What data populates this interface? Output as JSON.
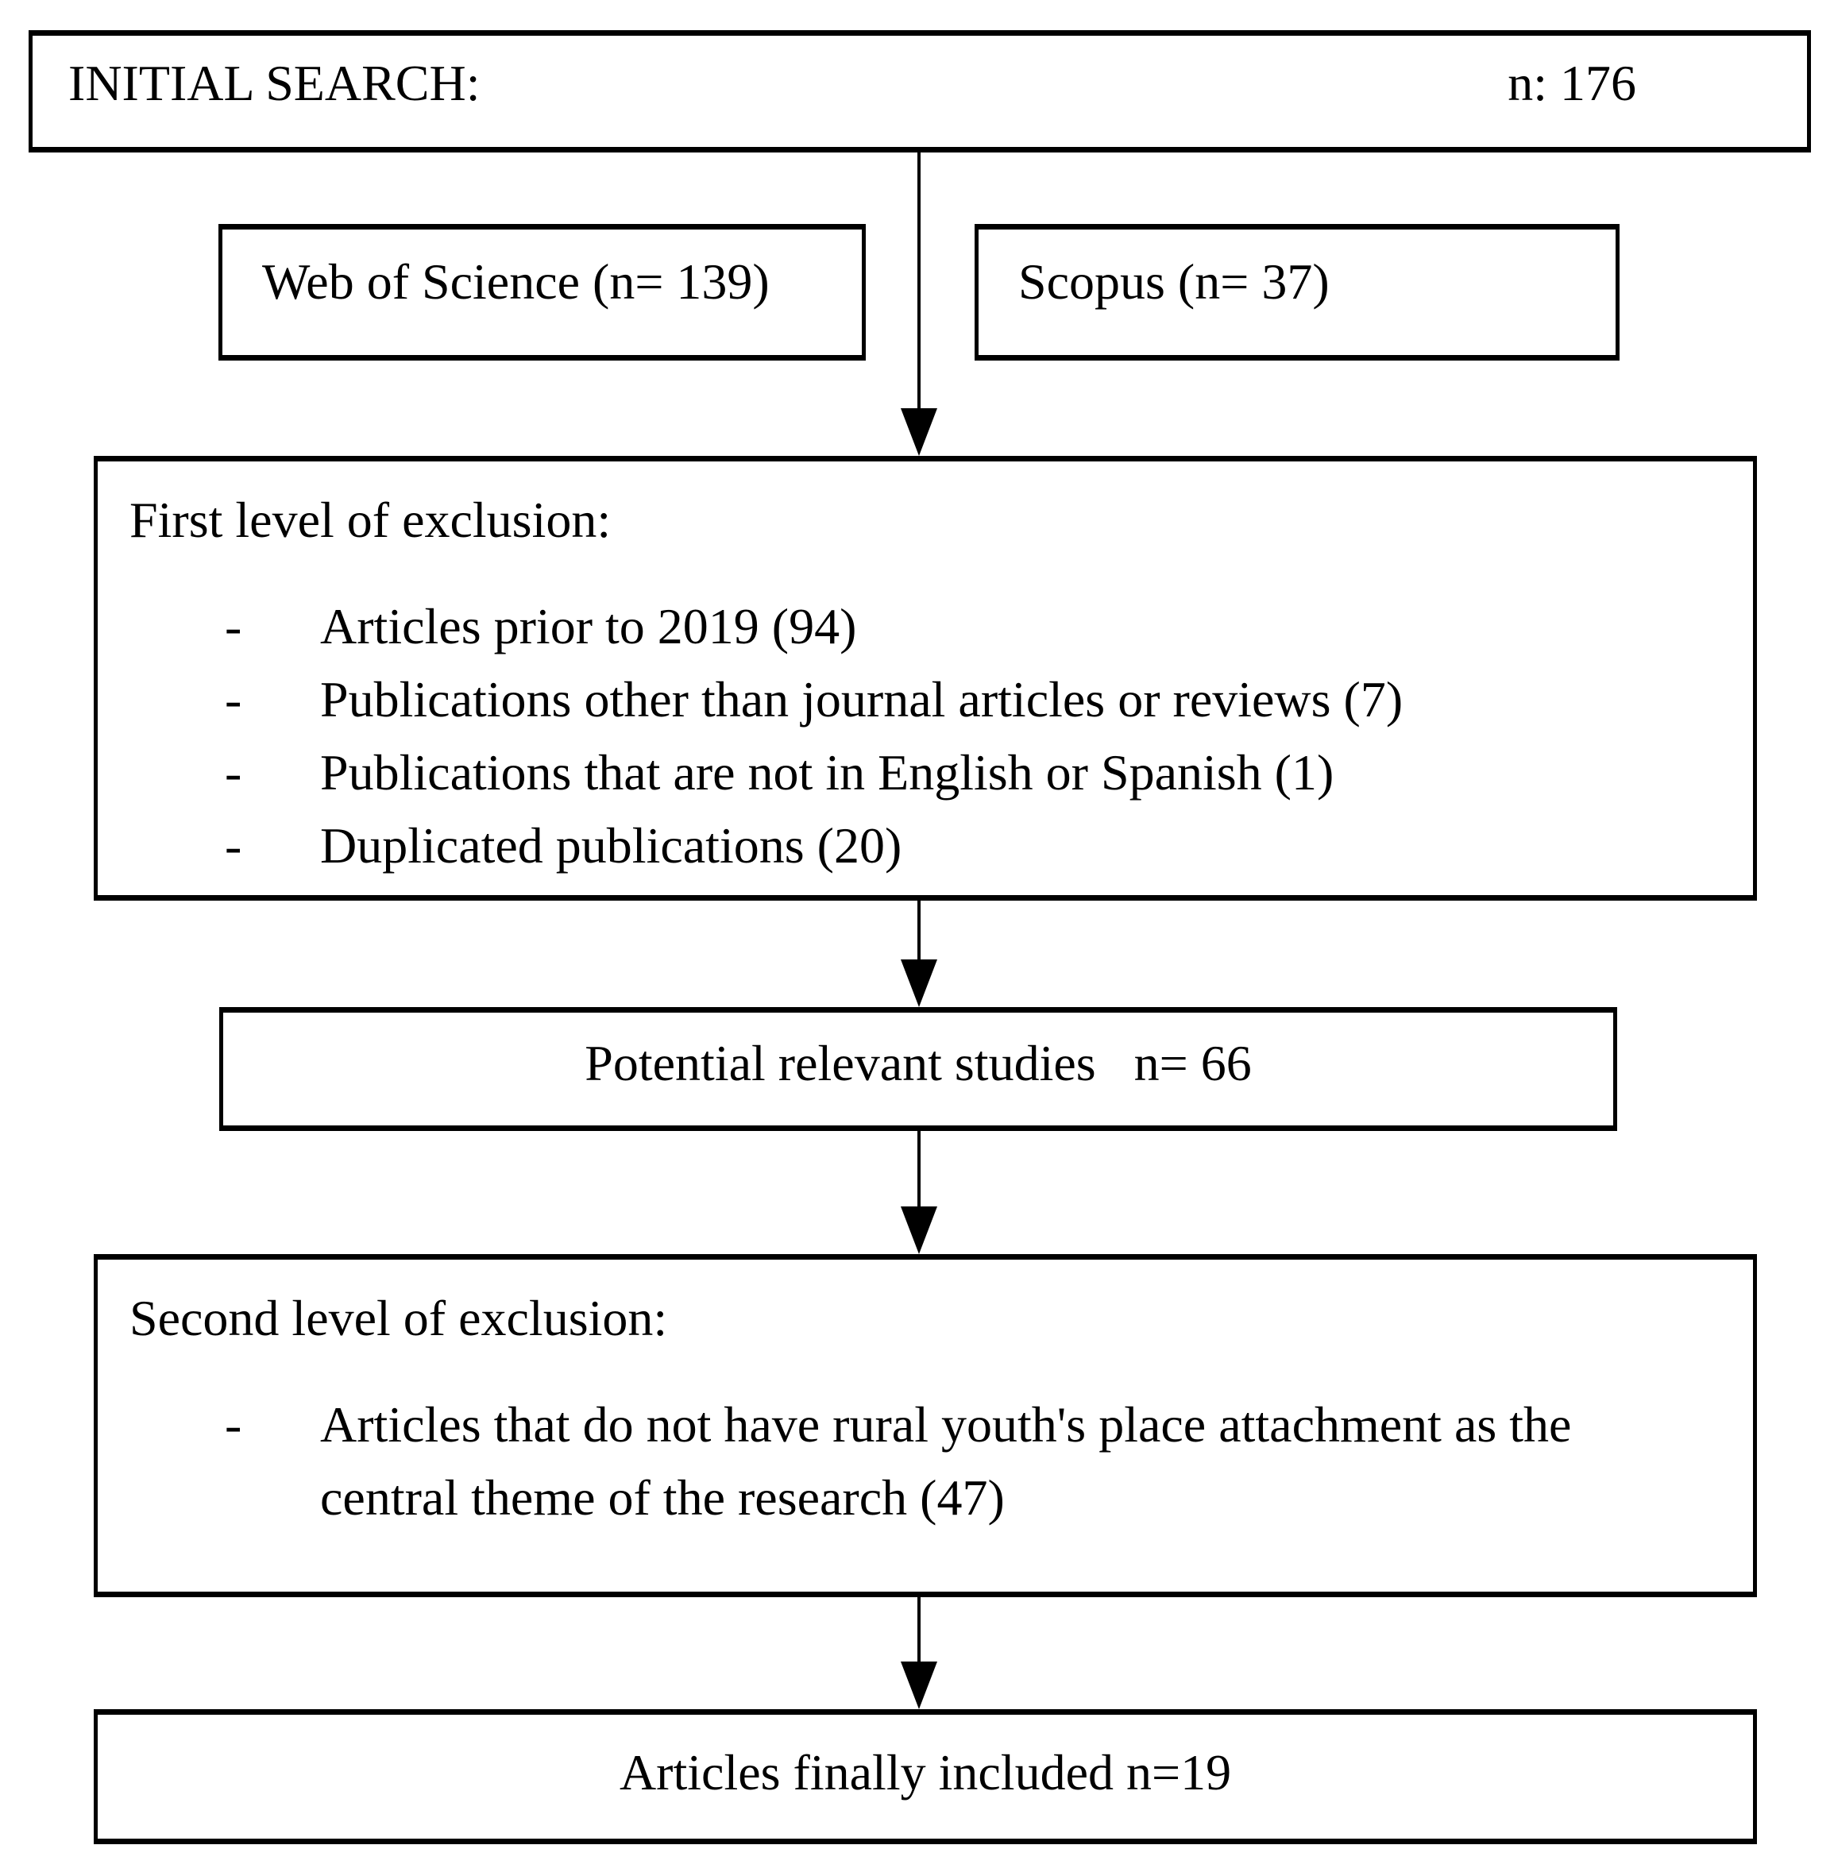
{
  "page": {
    "background_color": "#ffffff",
    "line_color": "#000000",
    "text_color": "#000000"
  },
  "flowchart": {
    "initial_search": {
      "label": "INITIAL SEARCH:",
      "count": "n: 176"
    },
    "sources": [
      {
        "label": "Web of Science (n= 139)"
      },
      {
        "label": "Scopus (n= 37)"
      }
    ],
    "first_level_exclusion": {
      "title": "First level of exclusion:",
      "bullet": "-",
      "items": [
        "Articles prior to 2019 (94)",
        "Publications other than journal articles or reviews (7)",
        "Publications that are not in English or Spanish (1)",
        "Duplicated publications (20)"
      ]
    },
    "potential_relevant_studies": {
      "label": "Potential relevant studies   n= 66"
    },
    "second_level_exclusion": {
      "title": "Second level of exclusion:",
      "bullet": "-",
      "items": [
        "Articles that do not have rural youth's place attachment as the central theme of the research (47)"
      ]
    },
    "final_included": {
      "label": "Articles finally included n=19"
    }
  }
}
